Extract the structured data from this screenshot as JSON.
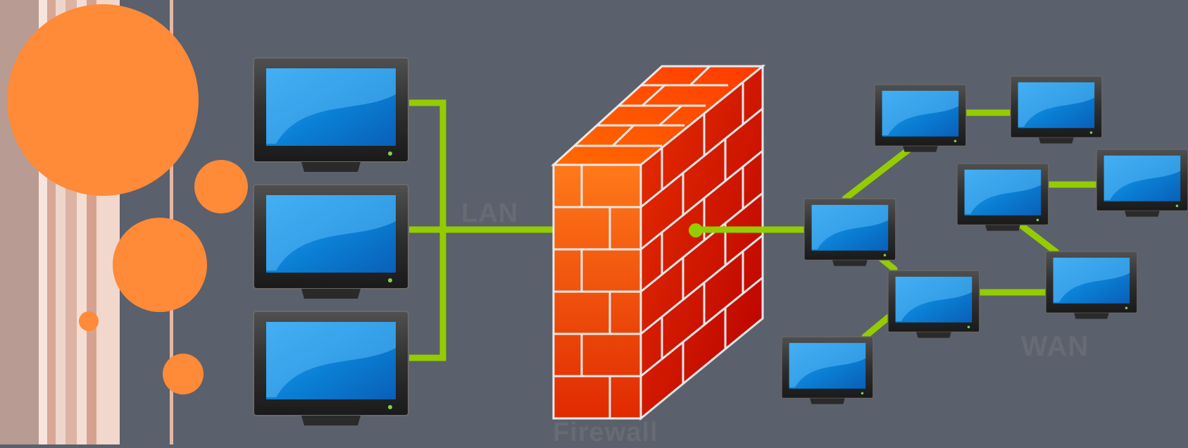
{
  "diagram": {
    "lan_label": "LAN",
    "wan_label": "WAN",
    "firewall_label": "Firewall"
  },
  "colors": {
    "background": "#5a606c",
    "accent_orange": "#ff8a38",
    "link_green": "#94cc00",
    "brick_red": "#e8420c",
    "screen_blue": "#0f86d6",
    "label_gray": "#676b73"
  },
  "icons": [
    "desktop-monitor-icon",
    "brick-firewall-icon",
    "decorative-circle"
  ]
}
